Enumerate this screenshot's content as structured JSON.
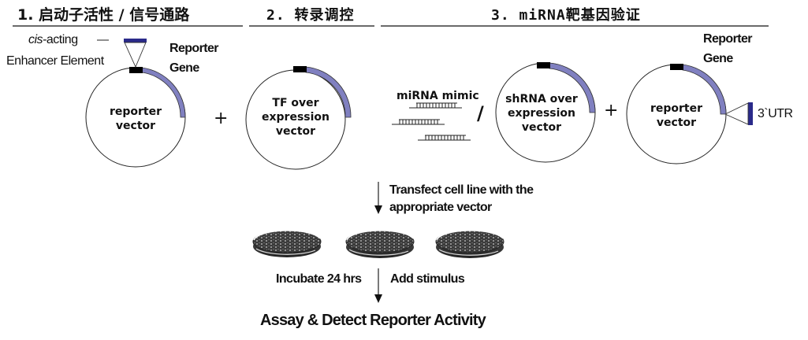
{
  "sections": [
    {
      "title": "1. 启动子活性 / 信号通路"
    },
    {
      "title": "2. 转录调控"
    },
    {
      "title": "3. miRNA靶基因验证"
    }
  ],
  "section1": {
    "cis_label_italic": "cis",
    "cis_label_rest": "-acting",
    "enhancer_label": "Enhancer Element",
    "reporter_gene_line1": "Reporter",
    "reporter_gene_line2": "Gene",
    "vector_line1": "reporter",
    "vector_line2": "vector"
  },
  "section2": {
    "plus": "+",
    "vector_line1": "TF over",
    "vector_line2": "expression",
    "vector_line3": "vector"
  },
  "section3": {
    "mimic_label": "miRNA mimic",
    "slash": "/",
    "shrna_line1": "shRNA over",
    "shrna_line2": "expression",
    "shrna_line3": "vector",
    "plus": "+",
    "reporter_gene_line1": "Reporter",
    "reporter_gene_line2": "Gene",
    "vector_line1": "reporter",
    "vector_line2": "vector",
    "utr_label": "3`UTR"
  },
  "workflow": {
    "transfect_line1": "Transfect cell line with the",
    "transfect_line2": "appropriate vector",
    "incubate": "Incubate 24 hrs",
    "stimulus": "Add stimulus",
    "assay": "Assay & Detect Reporter Activity",
    "dish_count": 3
  },
  "colors": {
    "reporter_gene_fill": "#8080c0",
    "element_bar": "#2a2a8a",
    "promoter_block": "#000000"
  }
}
